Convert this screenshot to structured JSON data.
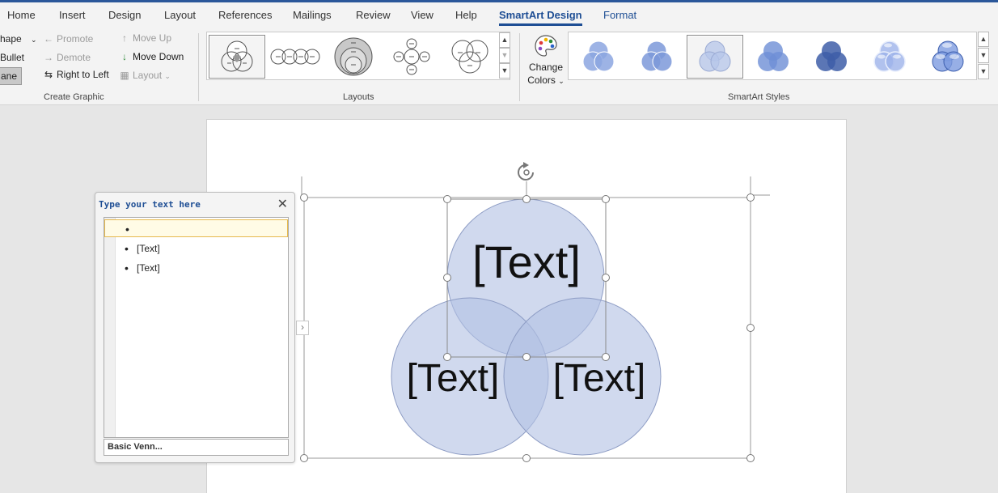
{
  "tabs": [
    {
      "label": "Home"
    },
    {
      "label": "Insert"
    },
    {
      "label": "Design"
    },
    {
      "label": "Layout"
    },
    {
      "label": "References"
    },
    {
      "label": "Mailings"
    },
    {
      "label": "Review"
    },
    {
      "label": "View"
    },
    {
      "label": "Help"
    },
    {
      "label": "SmartArt Design"
    },
    {
      "label": "Format"
    }
  ],
  "create_graphic": {
    "add_shape": "hape",
    "add_bullet": "Bullet",
    "text_pane": "ane",
    "promote": "Promote",
    "demote": "Demote",
    "right_to_left": "Right to Left",
    "move_up": "Move Up",
    "move_down": "Move Down",
    "layout": "Layout",
    "label": "Create Graphic"
  },
  "layouts": {
    "label": "Layouts"
  },
  "smartart_styles": {
    "change_colors_line1": "Change",
    "change_colors_line2": "Colors",
    "label": "SmartArt Styles"
  },
  "text_pane": {
    "title": "Type your text here",
    "items": [
      {
        "text": ""
      },
      {
        "text": "[Text]"
      },
      {
        "text": "[Text]"
      }
    ],
    "footer": "Basic Venn..."
  },
  "diagram": {
    "circles": [
      {
        "text": "[Text]"
      },
      {
        "text": "[Text]"
      },
      {
        "text": "[Text]"
      }
    ],
    "fill_color": "#b3c1e3",
    "stroke_color": "#8d9cc4"
  },
  "colors": {
    "accent": "#1e4e94",
    "title_bar": "#2b579a"
  }
}
